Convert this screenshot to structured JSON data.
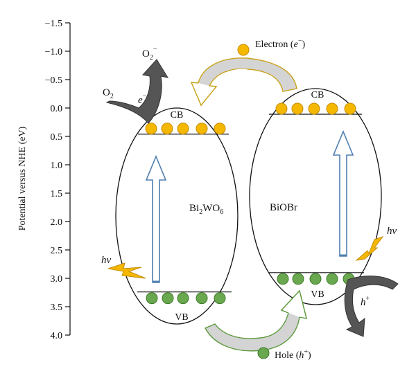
{
  "axis": {
    "label": "Potential versus NHE (eV)",
    "min": -1.5,
    "max": 4.0,
    "ticks": [
      "−1.5",
      "−1.0",
      "−0.5",
      "0.0",
      "0.5",
      "1.0",
      "1.5",
      "2.0",
      "2.5",
      "3.0",
      "3.5",
      "4.0"
    ]
  },
  "left_semiconductor": {
    "name_main": "Bi",
    "name_sub1": "2",
    "name_mid": "WO",
    "name_sub2": "6",
    "cb_label": "CB",
    "vb_label": "VB",
    "cb_potential": 0.46,
    "vb_potential": 3.24
  },
  "right_semiconductor": {
    "name": "BiOBr",
    "cb_label": "CB",
    "vb_label": "VB",
    "cb_potential": 0.11,
    "vb_potential": 2.9
  },
  "labels": {
    "electron_text": "Electron (",
    "electron_sym": "e",
    "electron_sup": "−",
    "electron_close": ")",
    "hole_text": "Hole (",
    "hole_sym": "h",
    "hole_sup": "+",
    "hole_close": ")",
    "o2": "O",
    "o2_sub": "2",
    "o2_minus": "O",
    "o2_minus_sub": "2",
    "o2_minus_sup": "−",
    "e_minus": "e",
    "e_minus_sup": "−",
    "h_plus": "h",
    "h_plus_sup": "+",
    "hv_left": "hν",
    "hv_right": "hν"
  },
  "colors": {
    "electron": "#f5b800",
    "electron_stroke": "#c58c00",
    "hole": "#6aa84f",
    "hole_stroke": "#3d7a2c",
    "excitation_arrow": "#4e7fb0",
    "lightning": "#f5b800",
    "dark_arrow": "#4a4a4a",
    "grey_arrow": "#c0c0c0"
  }
}
